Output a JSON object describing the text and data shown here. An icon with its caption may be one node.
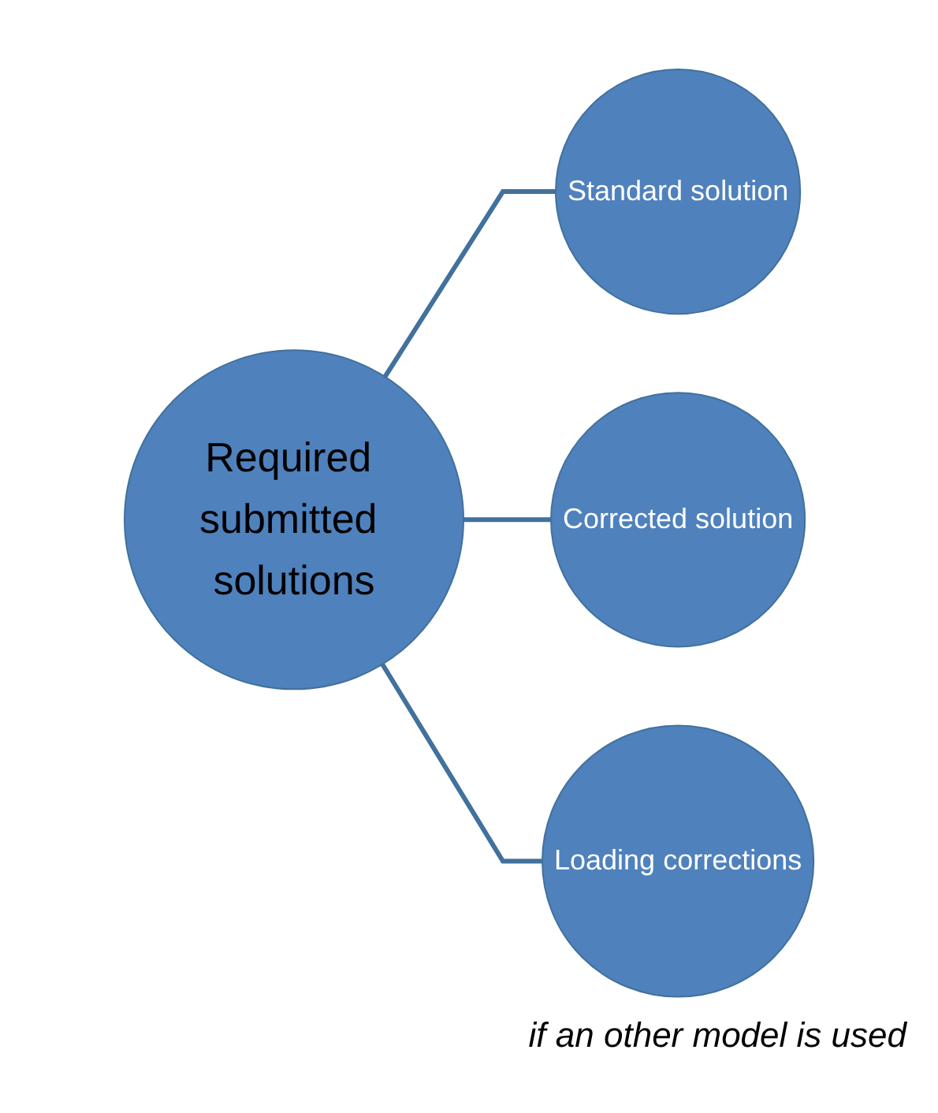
{
  "diagram": {
    "nodes": [
      {
        "text": [
          "Required submitted solutions"
        ]
      },
      {
        "text": [
          "Standard solution"
        ]
      },
      {
        "text": [
          "Corrected solution"
        ]
      },
      {
        "text": [
          "Loading corrections"
        ],
        "beside": [
          "if an other model is used"
        ]
      }
    ],
    "edges": [
      {
        "from": 0,
        "to": 1,
        "arrow": "none"
      },
      {
        "from": 0,
        "to": 2,
        "arrow": "none"
      },
      {
        "from": 0,
        "to": 3,
        "arrow": "none"
      }
    ]
  }
}
